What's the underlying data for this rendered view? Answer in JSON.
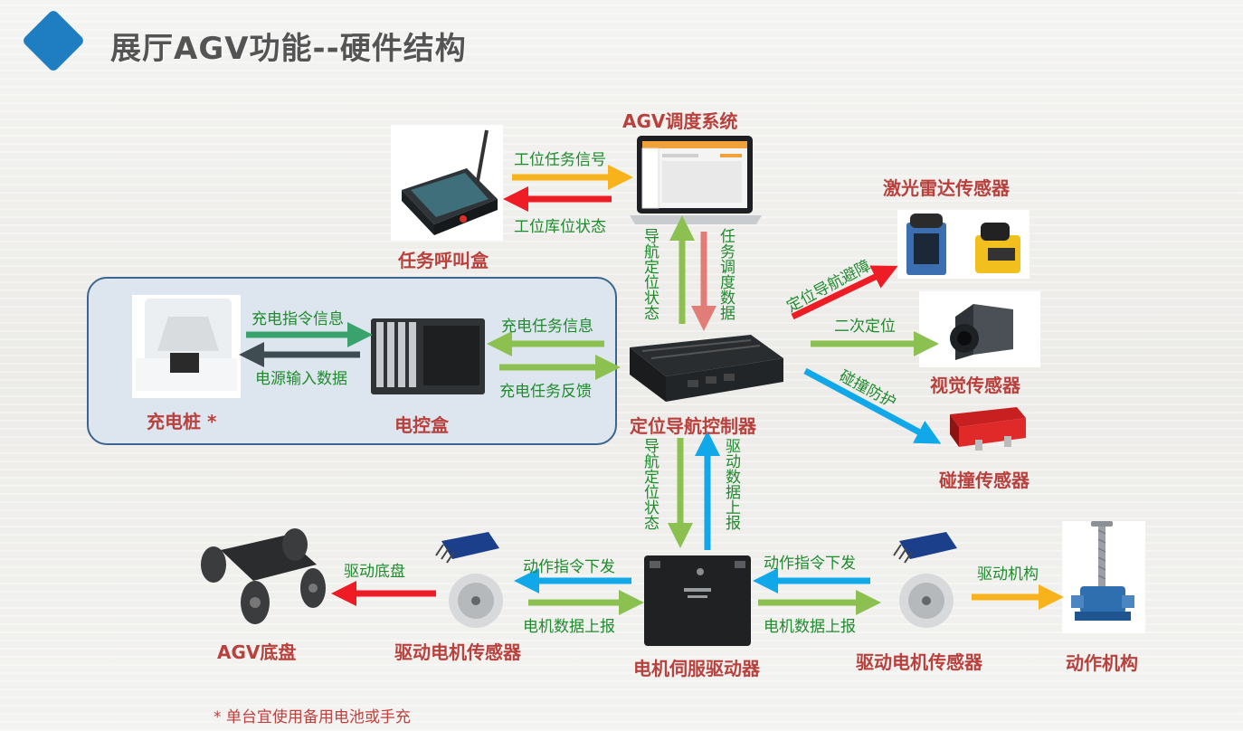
{
  "header": {
    "title": "展厅AGV功能--硬件结构"
  },
  "nodes": {
    "scheduler": "AGV调度系统",
    "call_box": "任务呼叫盒",
    "lidar": "激光雷达传感器",
    "vision": "视觉传感器",
    "collision": "碰撞传感器",
    "controller": "定位导航控制器",
    "charger": "充电桩 *",
    "power_box": "电控盒",
    "servo_driver": "电机伺服驱动器",
    "motor_sensor_left": "驱动电机传感器",
    "motor_sensor_right": "驱动电机传感器",
    "chassis": "AGV底盘",
    "action": "动作机构"
  },
  "edges": {
    "task_signal": "工位任务信号",
    "station_status": "工位库位状态",
    "nav_status_up": "导航定位状态",
    "dispatch_data": "任务调度数据",
    "obstacle": "定位导航避障",
    "secondary_pos": "二次定位",
    "collision_protect": "碰撞防护",
    "charge_cmd": "充电指令信息",
    "power_input": "电源输入数据",
    "charge_task": "充电任务信息",
    "charge_feedback": "充电任务反馈",
    "nav_status_down": "导航定位状态",
    "drive_report": "驱动数据上报",
    "action_cmd_left": "动作指令下发",
    "motor_report_left": "电机数据上报",
    "action_cmd_right": "动作指令下发",
    "motor_report_right": "电机数据上报",
    "drive_chassis": "驱动底盘",
    "drive_mechanism": "驱动机构"
  },
  "footnote": "* 单台宜使用备用电池或手充",
  "colors": {
    "accent_blue": "#1f7ec2",
    "label_red": "#b8413e",
    "label_green": "#1f8b2e",
    "arrow_yellow": "#f7b21c",
    "arrow_red": "#ee1c24",
    "arrow_green": "#8cc152",
    "arrow_pink": "#e27c76",
    "arrow_blue": "#10a8e8",
    "arrow_dark": "#3f4c52",
    "arrow_teal": "#3aa26c"
  }
}
